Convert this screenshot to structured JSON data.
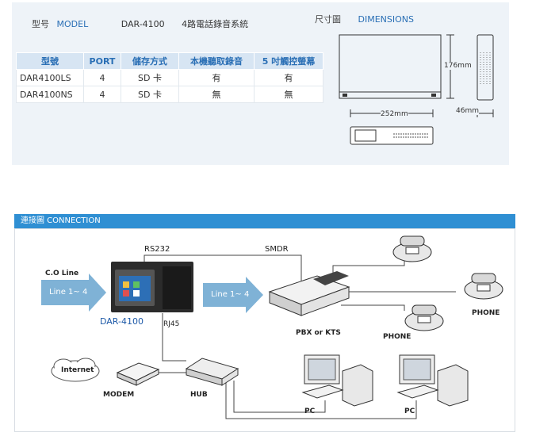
{
  "spec": {
    "model_label_cn": "型号",
    "model_label_en": "MODEL",
    "model_name": "DAR-4100",
    "model_desc": "4路電話錄音系統",
    "dimensions_label_cn": "尺寸圖",
    "dimensions_label_en": "DIMENSIONS",
    "table": {
      "headers": [
        "型號",
        "PORT",
        "儲存方式",
        "本機聽取錄音",
        "5 吋觸控螢幕"
      ],
      "rows": [
        [
          "DAR4100LS",
          "4",
          "SD 卡",
          "有",
          "有"
        ],
        [
          "DAR4100NS",
          "4",
          "SD 卡",
          "無",
          "無"
        ]
      ]
    },
    "dims": {
      "height": "176mm",
      "width": "252mm",
      "depth": "46mm"
    }
  },
  "connection": {
    "header": "連接圖 CONNECTION",
    "labels": {
      "co_line": "C.O Line",
      "line_in": "Line 1~ 4",
      "line_out": "Line 1~ 4",
      "rs232": "RS232",
      "smdr": "SMDR",
      "device": "DAR-4100",
      "rj45": "RJ45",
      "pbx": "PBX or KTS",
      "phone1": "PHONE",
      "phone2": "PHONE",
      "internet": "Internet",
      "modem": "MODEM",
      "hub": "HUB",
      "pc1": "PC",
      "pc2": "PC"
    }
  }
}
